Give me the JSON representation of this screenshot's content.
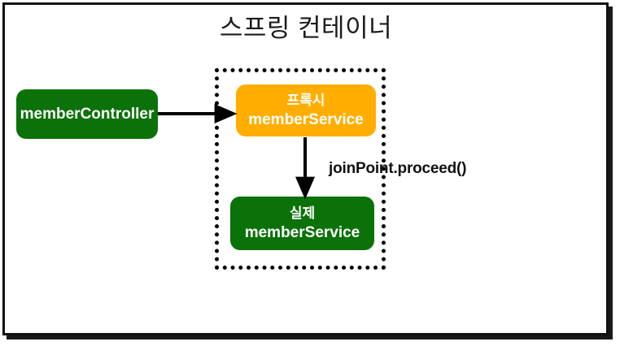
{
  "diagram": {
    "title": "스프링 컨테이너",
    "container_region_name": "spring-container-boundary",
    "nodes": [
      {
        "id": "member-controller",
        "label": "memberController",
        "color": "#0b7209",
        "text_color": "#ffffff"
      },
      {
        "id": "proxy-member-service",
        "line1": "프록시",
        "line2": "memberService",
        "color": "#ffae00",
        "text_color": "#ffffff"
      },
      {
        "id": "real-member-service",
        "line1": "실제",
        "line2": "memberService",
        "color": "#0b7209",
        "text_color": "#ffffff"
      }
    ],
    "edges": [
      {
        "id": "controller-to-proxy",
        "from": "member-controller",
        "to": "proxy-member-service",
        "label": "",
        "color": "#000000"
      },
      {
        "id": "proxy-to-real",
        "from": "proxy-member-service",
        "to": "real-member-service",
        "label": "joinPoint.proceed()",
        "color": "#000000"
      }
    ],
    "colors": {
      "frame_border": "#111111",
      "dotted_border": "#000000",
      "green": "#0b7209",
      "orange": "#ffae00",
      "background": "#ffffff"
    }
  }
}
